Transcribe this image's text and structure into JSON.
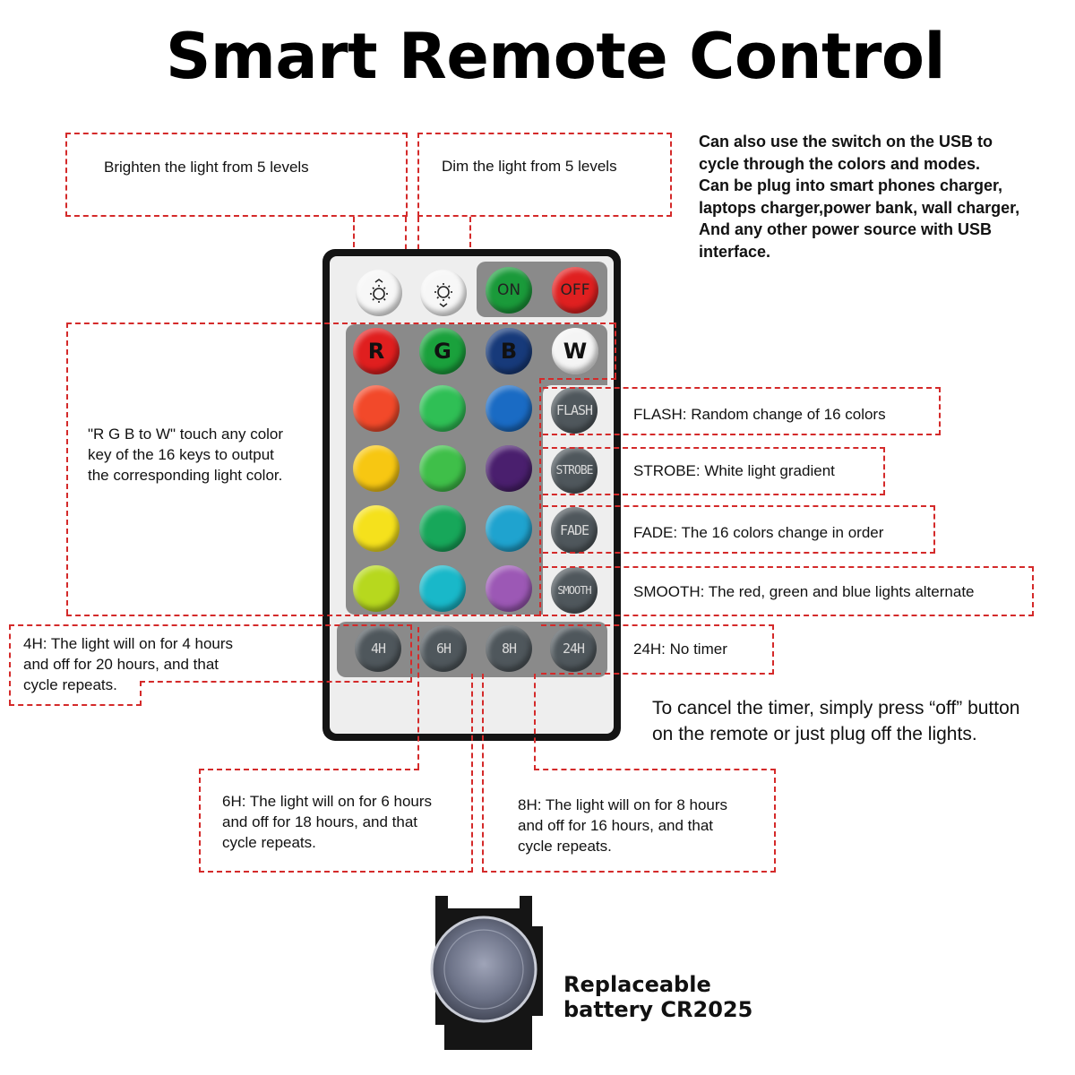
{
  "title": "Smart Remote Control",
  "usb_note": [
    "Can also use the switch on the USB to",
    "cycle through the colors and modes.",
    "Can be plug into smart phones charger,",
    "laptops charger,power bank, wall charger,",
    "And any other power source with USB",
    "interface."
  ],
  "labels": {
    "brighten": "Brighten the light from 5 levels",
    "dim": "Dim the light from 5 levels",
    "rgbw": [
      "\"R G B to W\" touch any color",
      "key of the 16 keys to output",
      "the corresponding light color."
    ],
    "flash": "FLASH: Random change of 16 colors",
    "strobe": "STROBE: White light gradient",
    "fade": "FADE: The 16 colors change in order",
    "smooth": "SMOOTH: The red, green and blue lights alternate",
    "h4": [
      "4H: The light will on for 4 hours",
      "and off for 20 hours, and that",
      "cycle repeats."
    ],
    "h24": "24H: No timer",
    "cancel": [
      "To cancel the timer, simply press “off” button",
      "on the remote or just plug off the lights."
    ],
    "h6": [
      "6H: The light will on for 6 hours",
      "and off for 18 hours, and that",
      "cycle repeats."
    ],
    "h8": [
      "8H: The light will on for 8 hours",
      "and off for 16 hours, and that",
      "cycle repeats."
    ],
    "battery": [
      "Replaceable",
      "battery CR2025"
    ]
  },
  "remote": {
    "power": {
      "on": "ON",
      "off": "OFF",
      "on_color": "#1a9a3a",
      "off_color": "#e02020"
    },
    "rgbw": [
      {
        "label": "R",
        "color": "#e01f1f"
      },
      {
        "label": "G",
        "color": "#1aa13c"
      },
      {
        "label": "B",
        "color": "#173a7a"
      },
      {
        "label": "W",
        "color": "#f4f4f4"
      }
    ],
    "color_grid": [
      [
        "#f2492a",
        "#2fbf55",
        "#1a6bc4"
      ],
      [
        "#f7c712",
        "#3fbf49",
        "#4a1f6e"
      ],
      [
        "#f5e11c",
        "#17a75a",
        "#1fa3cf"
      ],
      [
        "#b7d81e",
        "#19b8c9",
        "#9c58b5"
      ]
    ],
    "functions": [
      "FLASH",
      "STROBE",
      "FADE",
      "SMOOTH"
    ],
    "timers": [
      "4H",
      "6H",
      "8H",
      "24H"
    ],
    "brand_colors": {
      "button_gray": "#4f575c",
      "panel_gray": "#8a8a8a",
      "dash_red": "#d42a2a"
    }
  }
}
